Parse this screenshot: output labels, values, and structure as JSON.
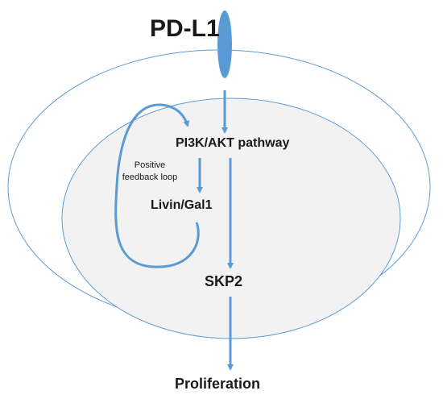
{
  "labels": {
    "receptor": "PD-L1",
    "pathway": "PI3K/AKT pathway",
    "loop_label_line1": "Positive",
    "loop_label_line2": "feedback loop",
    "mediator": "Livin/Gal1",
    "target": "SKP2",
    "outcome": "Proliferation"
  },
  "colors": {
    "arrow": "#5b9bd5",
    "outer_membrane": "#5b9bd5",
    "nucleus_fill": "#f2f2f2",
    "nucleus_stroke": "#5b9bd5",
    "receptor_fill": "#5b9bd5",
    "text": "#1a1a1a"
  }
}
